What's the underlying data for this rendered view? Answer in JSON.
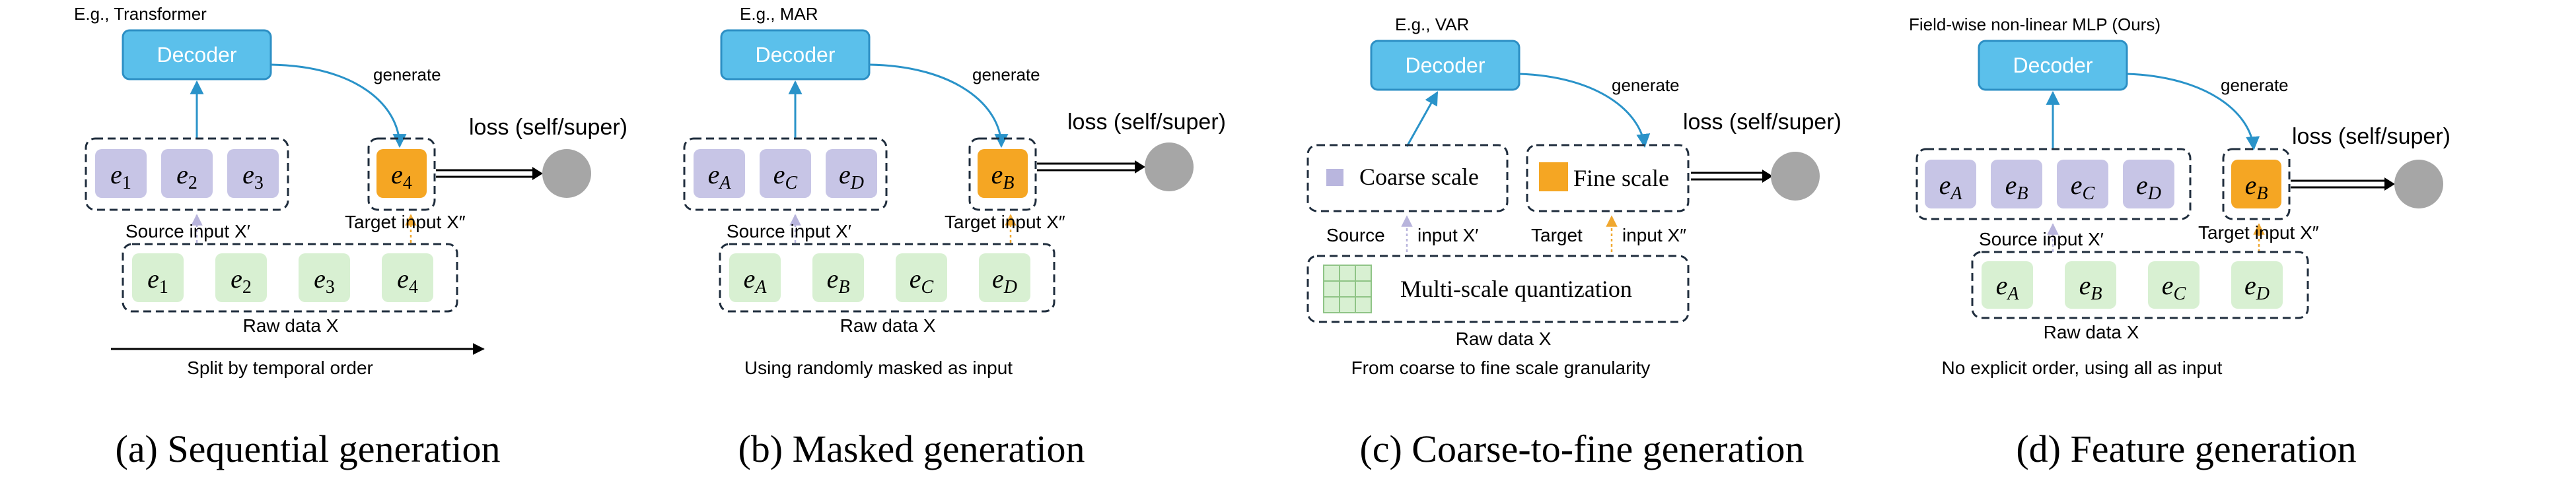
{
  "panels": [
    {
      "example": "E.g., Transformer",
      "decoder": "Decoder",
      "generate": "generate",
      "loss": "loss (self/super)",
      "source_tokens": [
        {
          "b": "e",
          "s": "1"
        },
        {
          "b": "e",
          "s": "2"
        },
        {
          "b": "e",
          "s": "3"
        }
      ],
      "target_token": {
        "b": "e",
        "s": "4"
      },
      "source_label": "Source input X′",
      "target_label": "Target input X″",
      "raw_tokens": [
        {
          "b": "e",
          "s": "1"
        },
        {
          "b": "e",
          "s": "2"
        },
        {
          "b": "e",
          "s": "3"
        },
        {
          "b": "e",
          "s": "4"
        }
      ],
      "raw_label": "Raw data X",
      "note": "Split by temporal order",
      "caption": "(a) Sequential generation"
    },
    {
      "example": "E.g., MAR",
      "decoder": "Decoder",
      "generate": "generate",
      "loss": "loss (self/super)",
      "source_tokens": [
        {
          "b": "e",
          "s": "A"
        },
        {
          "b": "e",
          "s": "C"
        },
        {
          "b": "e",
          "s": "D"
        }
      ],
      "target_token": {
        "b": "e",
        "s": "B"
      },
      "source_label": "Source input X′",
      "target_label": "Target input X″",
      "raw_tokens": [
        {
          "b": "e",
          "s": "A"
        },
        {
          "b": "e",
          "s": "B"
        },
        {
          "b": "e",
          "s": "C"
        },
        {
          "b": "e",
          "s": "D"
        }
      ],
      "raw_label": "Raw data X",
      "note": "Using randomly masked as input",
      "caption": "(b) Masked generation"
    },
    {
      "example": "E.g., VAR",
      "decoder": "Decoder",
      "generate": "generate",
      "loss": "loss (self/super)",
      "coarse_label": "Coarse scale",
      "fine_label": "Fine scale",
      "source_word": "Source",
      "source_input": "input X′",
      "target_word": "Target",
      "target_input": "input X″",
      "quant_label": "Multi-scale quantization",
      "raw_label": "Raw data X",
      "note": "From coarse to fine scale granularity",
      "caption": "(c) Coarse-to-fine generation"
    },
    {
      "example": "Field-wise non-linear MLP (Ours)",
      "decoder": "Decoder",
      "generate": "generate",
      "loss": "loss (self/super)",
      "source_tokens": [
        {
          "b": "e",
          "s": "A"
        },
        {
          "b": "e",
          "s": "B"
        },
        {
          "b": "e",
          "s": "C"
        },
        {
          "b": "e",
          "s": "D"
        }
      ],
      "target_token": {
        "b": "e",
        "s": "B"
      },
      "source_label": "Source input X′",
      "target_label": "Target input X″",
      "raw_tokens": [
        {
          "b": "e",
          "s": "A"
        },
        {
          "b": "e",
          "s": "B"
        },
        {
          "b": "e",
          "s": "C"
        },
        {
          "b": "e",
          "s": "D"
        }
      ],
      "raw_label": "Raw data X",
      "note": "No explicit order, using all as input",
      "caption": "(d) Feature generation"
    }
  ],
  "colors": {
    "decoder_fill": "#5bc0eb",
    "decoder_stroke": "#2c8fc4",
    "decoder_text": "#ffffff",
    "arrow_blue": "#2a93c9",
    "source_token_fill": "#c7c5e6",
    "target_token_fill": "#f5a623",
    "raw_token_fill": "#d8f0d2",
    "loss_circle": "#a6a6a6",
    "dash_border": "#1f2d3d",
    "source_arrow": "#b8b4dc",
    "target_arrow": "#f0a830",
    "coarse_swatch": "#b9b6de",
    "fine_swatch": "#f5a623",
    "grid_fill": "#d8f0d2",
    "grid_stroke": "#8fc486"
  }
}
